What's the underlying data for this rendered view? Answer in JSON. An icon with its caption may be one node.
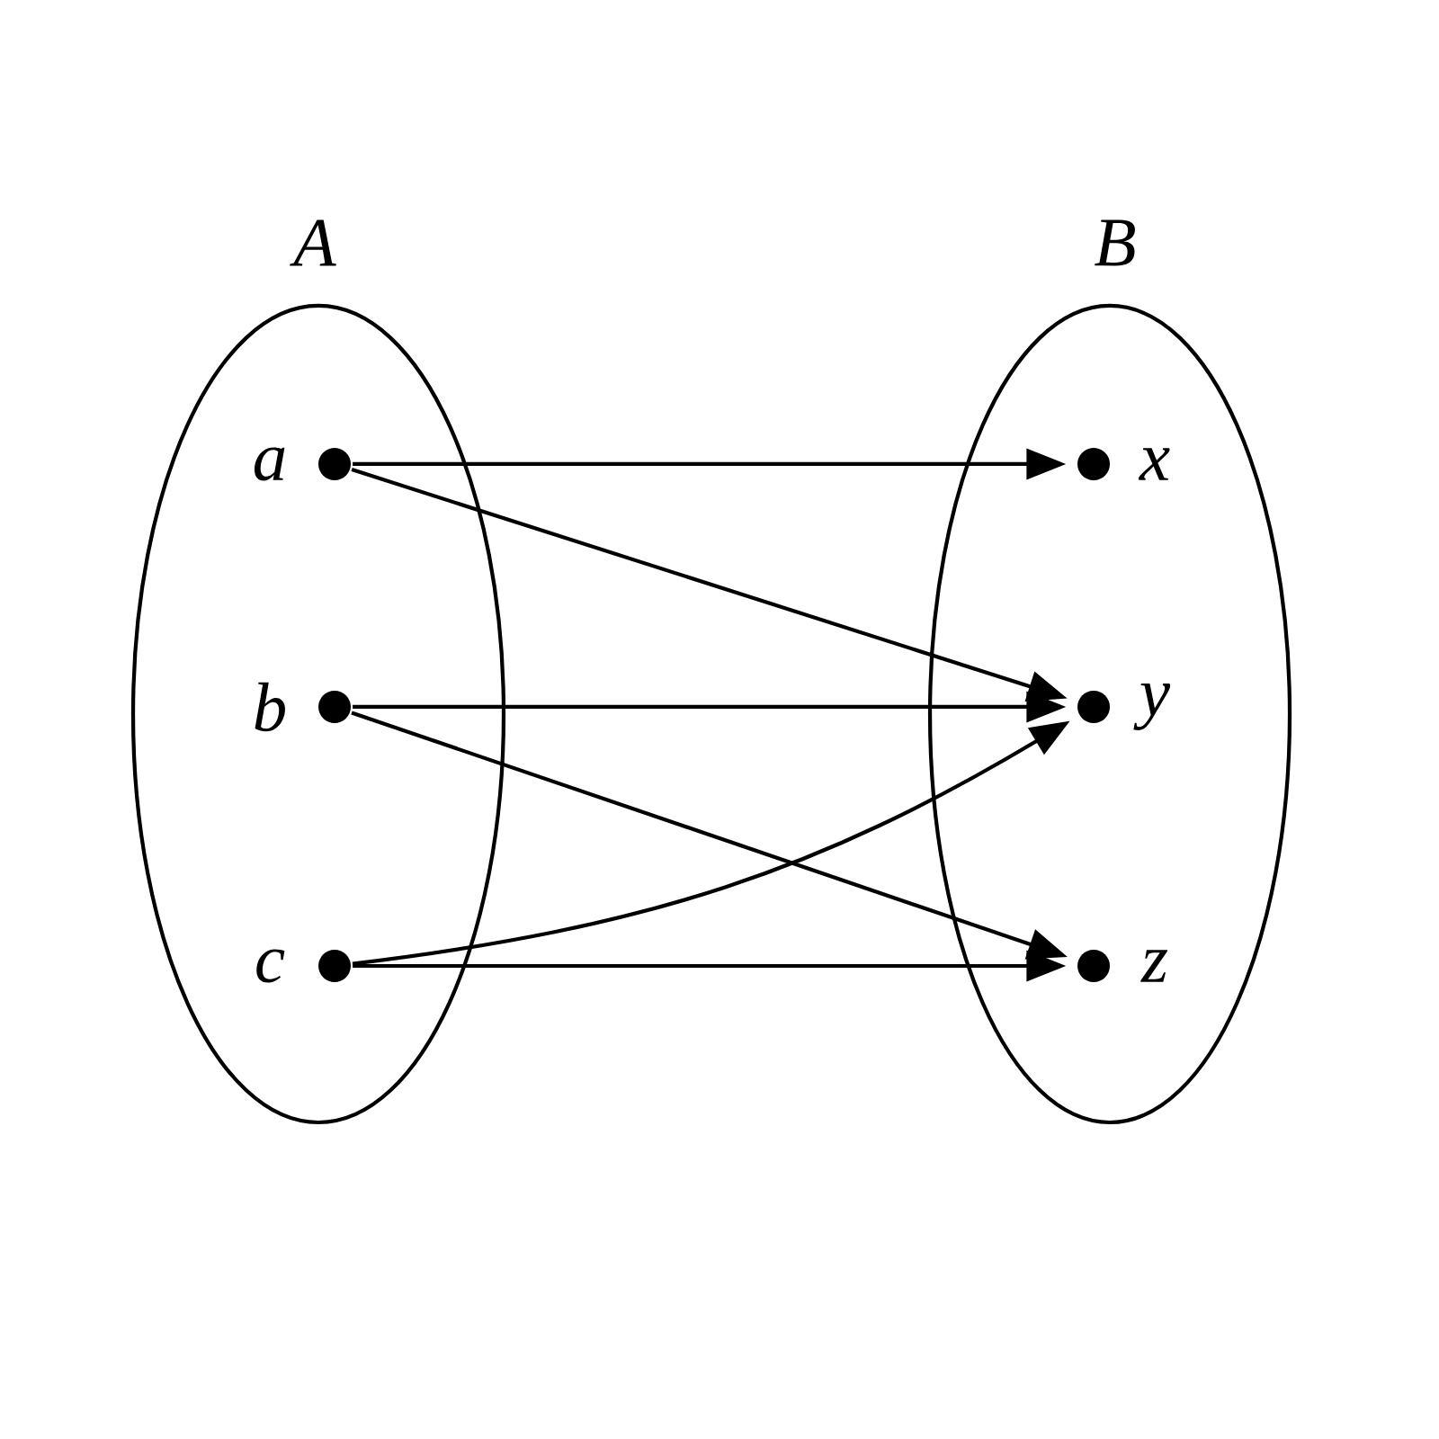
{
  "diagram": {
    "nodes": [
      {
        "text": [
          "A"
        ]
      },
      {
        "text": [
          "B"
        ]
      },
      {
        "text": [],
        "shape": "circle",
        "beside": [
          "a"
        ],
        "in": 0
      },
      {
        "text": [],
        "shape": "circle",
        "beside": [
          "b"
        ],
        "in": 0
      },
      {
        "text": [],
        "shape": "circle",
        "beside": [
          "c"
        ],
        "in": 0
      },
      {
        "text": [],
        "shape": "circle",
        "beside": [
          "x"
        ],
        "in": 1
      },
      {
        "text": [],
        "shape": "circle",
        "beside": [
          "y"
        ],
        "in": 1
      },
      {
        "text": [],
        "shape": "circle",
        "beside": [
          "z"
        ],
        "in": 1
      }
    ],
    "edges": [
      {
        "from": 2,
        "to": 5,
        "arrow": "to"
      },
      {
        "from": 2,
        "to": 6,
        "arrow": "to"
      },
      {
        "from": 3,
        "to": 6,
        "arrow": "to"
      },
      {
        "from": 3,
        "to": 7,
        "arrow": "to"
      },
      {
        "from": 4,
        "to": 6,
        "arrow": "to"
      },
      {
        "from": 4,
        "to": 7,
        "arrow": "to"
      }
    ]
  }
}
